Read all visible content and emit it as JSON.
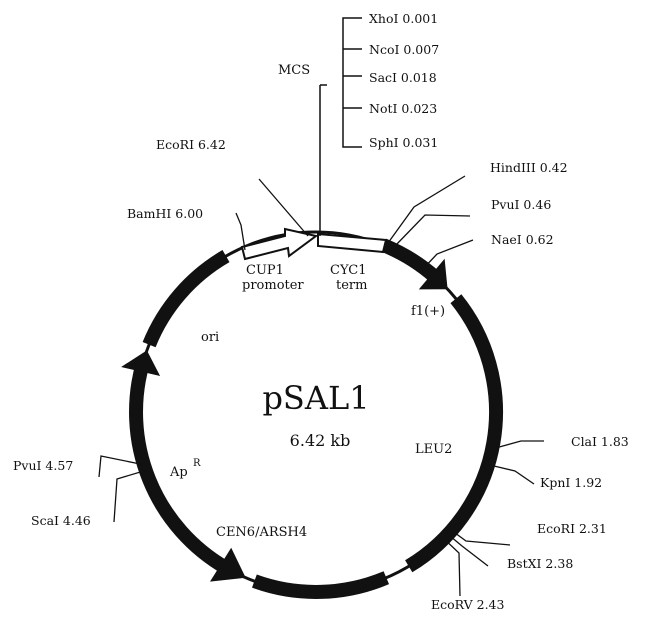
{
  "plasmid": {
    "name": "pSAL1",
    "size": "6.42 kb"
  },
  "mcs": {
    "label": "MCS",
    "sites": [
      "XhoI 0.001",
      "NcoI 0.007",
      "SacI 0.018",
      "NotI 0.023",
      "SphI 0.031"
    ]
  },
  "sites": {
    "ecori_642": "EcoRI 6.42",
    "bamhi": "BamHI 6.00",
    "hindiii": "HindIII 0.42",
    "pvui_046": "PvuI 0.46",
    "naei": "NaeI 0.62",
    "clai": "ClaI 1.83",
    "kpni": "KpnI 1.92",
    "ecori_231": "EcoRI 2.31",
    "bstxi": "BstXI 2.38",
    "ecorv": "EcoRV 2.43",
    "pvui_457": "PvuI 4.57",
    "scai": "ScaI 4.46"
  },
  "features": {
    "cup1_line1": "CUP1",
    "cup1_line2": "promoter",
    "cyc1_line1": "CYC1",
    "cyc1_line2": "term",
    "f1": "f1(+)",
    "ori": "ori",
    "leu2": "LEU2",
    "ap": "Ap",
    "ap_sup": "R",
    "cen": "CEN6/ARSH4"
  },
  "colors": {
    "ink": "#111111",
    "background": "#ffffff"
  }
}
